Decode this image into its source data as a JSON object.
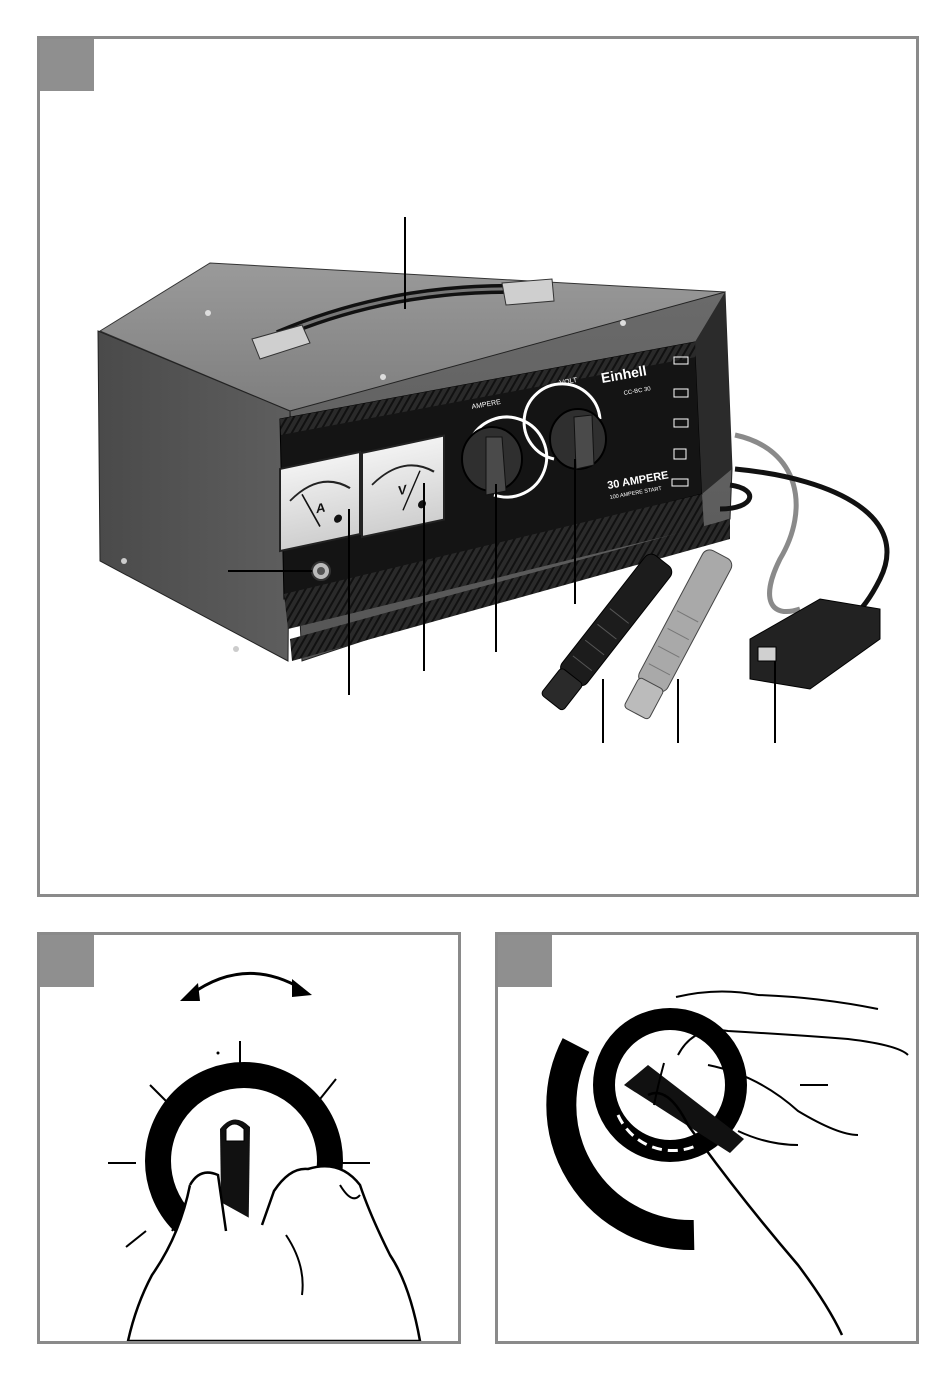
{
  "device": {
    "brand": "Einhell",
    "model": "CC-BC 30",
    "dial_ampere_label": "AMPERE",
    "dial_volt_label": "VOLT",
    "rating_main": "30 AMPERE",
    "rating_sub": "100 AMPERE START",
    "meter_amp_unit": "A",
    "meter_volt_unit": "V"
  }
}
